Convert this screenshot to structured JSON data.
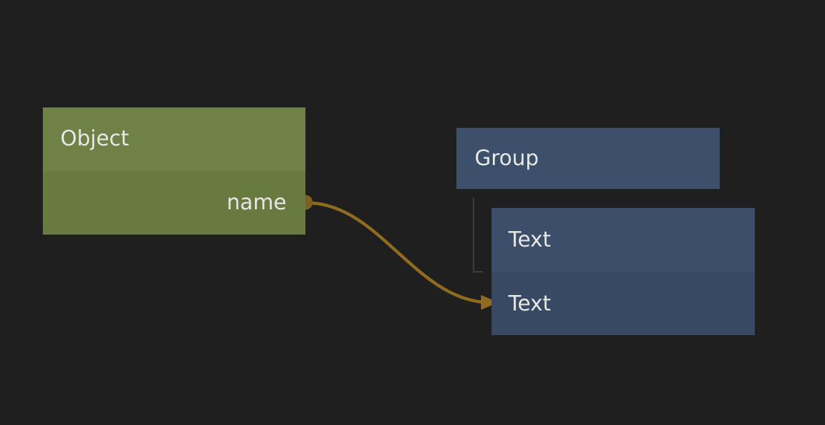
{
  "canvas": {
    "background_color": "#1f1f1f",
    "text_color": "#e7e7e4"
  },
  "object_node": {
    "title": "Object",
    "header_color": "#6f8147",
    "body_color": "#687a40",
    "output_port": {
      "label": "name",
      "dot_color": "#7c6126"
    }
  },
  "group_node": {
    "title": "Group",
    "color": "#3d506b"
  },
  "text_node": {
    "title": "Text",
    "header_color": "#3c4e69",
    "body_color": "#384a63",
    "child_row": {
      "label": "Text"
    }
  },
  "connection": {
    "from_port": "name",
    "to_node": "Text",
    "color": "#8e6b1e"
  },
  "tree_connector": {
    "color": "#3e3e3e"
  }
}
